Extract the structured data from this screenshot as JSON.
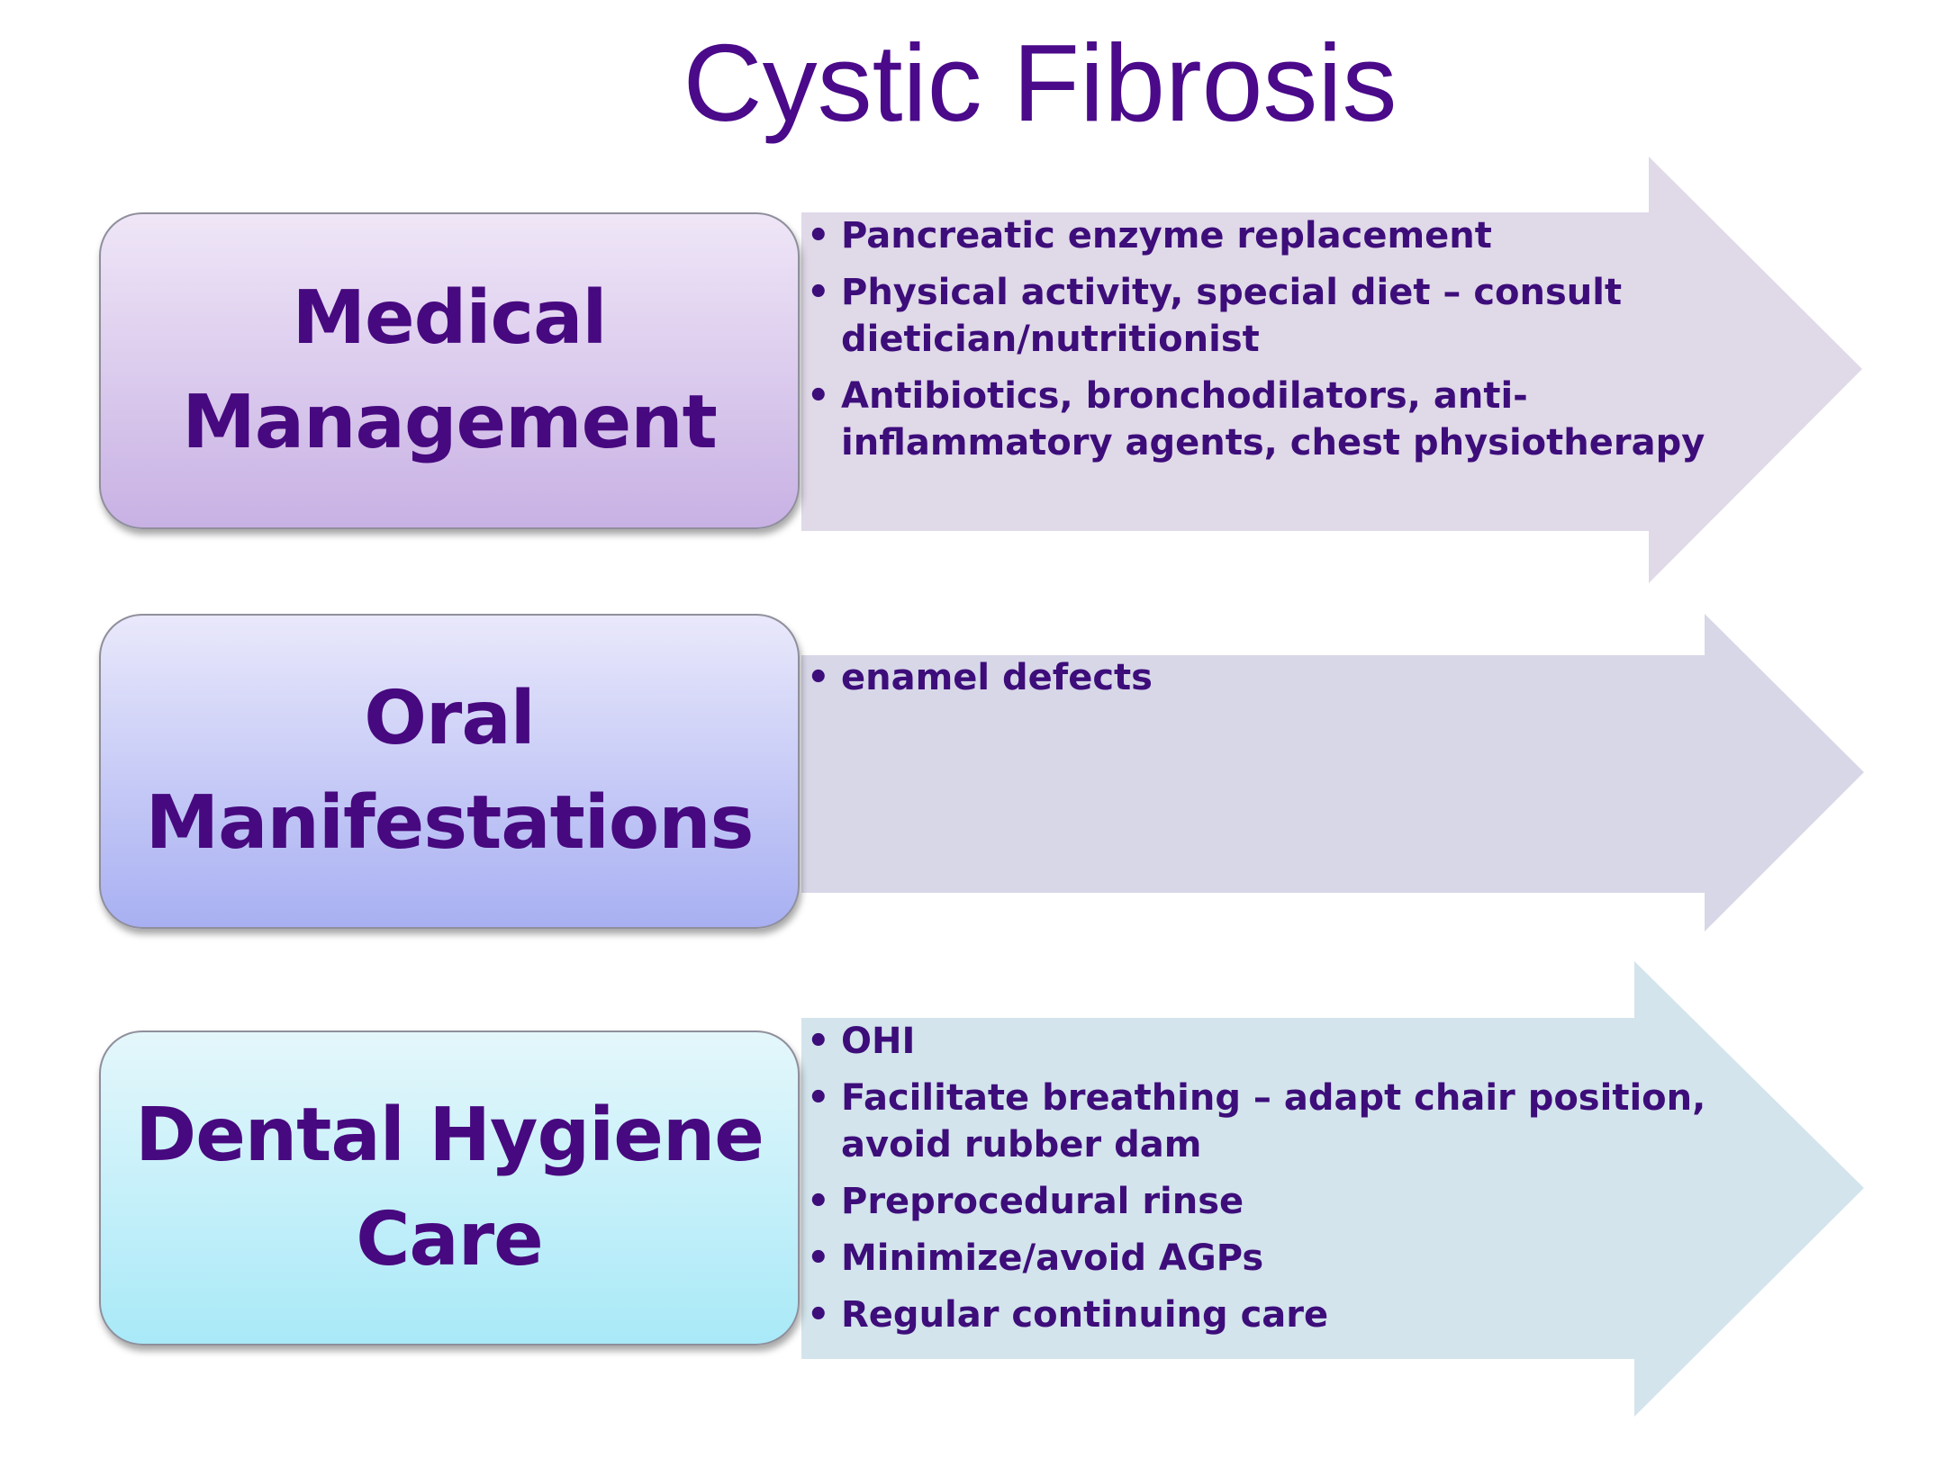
{
  "title": "Cystic Fibrosis",
  "colors": {
    "title": "#4a0a8a",
    "label_text": "#47097f",
    "bullet_text": "#3d0d7a",
    "arrow_medical": "#e0d9e8",
    "arrow_oral": "#d7d7e8",
    "arrow_dental": "#d3e4ec"
  },
  "rows": [
    {
      "label_line1": "Medical",
      "label_line2": "Management",
      "bullets": [
        "Pancreatic enzyme replacement",
        "Physical activity, special diet – consult dietician/nutritionist",
        "Antibiotics, bronchodilators, anti-inflammatory agents, chest physiotherapy"
      ]
    },
    {
      "label_line1": "Oral",
      "label_line2": "Manifestations",
      "bullets": [
        "enamel defects"
      ]
    },
    {
      "label_line1": "Dental Hygiene",
      "label_line2": "Care",
      "bullets": [
        "OHI",
        "Facilitate breathing – adapt chair position, avoid rubber dam",
        "Preprocedural rinse",
        "Minimize/avoid AGPs",
        "Regular continuing care"
      ]
    }
  ]
}
